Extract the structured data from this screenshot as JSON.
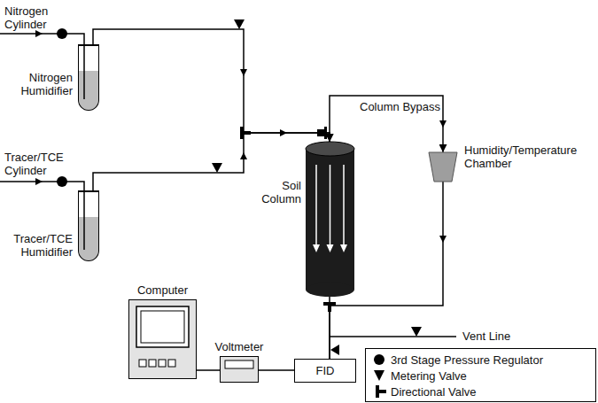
{
  "diagram": {
    "nodes": [
      {
        "text": [
          "Nitrogen Humidifier"
        ]
      },
      {
        "text": [
          "Tracer/TCE Humidifier"
        ]
      },
      {
        "text": [
          "Soil Column"
        ]
      },
      {
        "text": [
          "Humidity/Temperature Chamber"
        ]
      },
      {
        "text": [
          "Computer"
        ]
      },
      {
        "text": [
          "Voltmeter"
        ]
      },
      {
        "text": [
          "FID"
        ]
      }
    ],
    "edges": [
      {
        "from": 0,
        "to": 2,
        "arrow": "to"
      },
      {
        "from": 1,
        "to": 2,
        "arrow": "to"
      },
      {
        "from": 2,
        "to": 3,
        "arrow": "to"
      },
      {
        "from": 2,
        "to": 6,
        "arrow": "none"
      },
      {
        "from": 3,
        "to": 6,
        "arrow": "none"
      },
      {
        "from": 6,
        "to": 5,
        "arrow": "none"
      },
      {
        "from": 5,
        "to": 4,
        "arrow": "none"
      }
    ],
    "labels": [
      "Nitrogen Cylinder",
      "Tracer/TCE Cylinder",
      "Column Bypass",
      "Vent Line"
    ],
    "legend": [
      {
        "text": "3rd Stage Pressure Regulator"
      },
      {
        "text": "Metering Valve"
      },
      {
        "text": "Directional Valve"
      }
    ]
  }
}
